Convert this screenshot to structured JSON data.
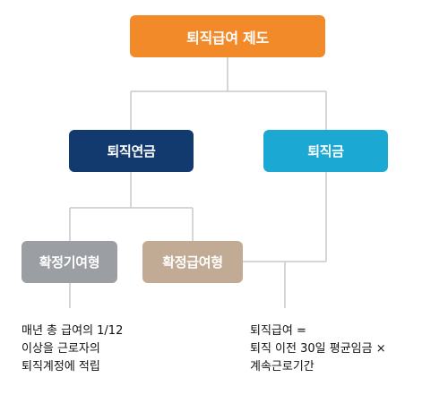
{
  "root": {
    "label": "퇴직급여 제도"
  },
  "pension": {
    "label": "퇴직연금"
  },
  "severance": {
    "label": "퇴직금"
  },
  "dc": {
    "label": "확정기여형"
  },
  "db": {
    "label": "확정급여형"
  },
  "notes": {
    "dc": [
      "매년 총 급여의 1/12",
      "이상을 근로자의",
      "퇴직계정에 적립"
    ],
    "severance": [
      "퇴직급여 =",
      "퇴직 이전 30일 평균임금 ×",
      "계속근로기간"
    ]
  },
  "colors": {
    "root": "#f28a2a",
    "pension": "#133a6e",
    "severance": "#1ba8d2",
    "dc": "#9b9ea3",
    "db": "#c2ab95",
    "connector": "#c8c8c8"
  }
}
